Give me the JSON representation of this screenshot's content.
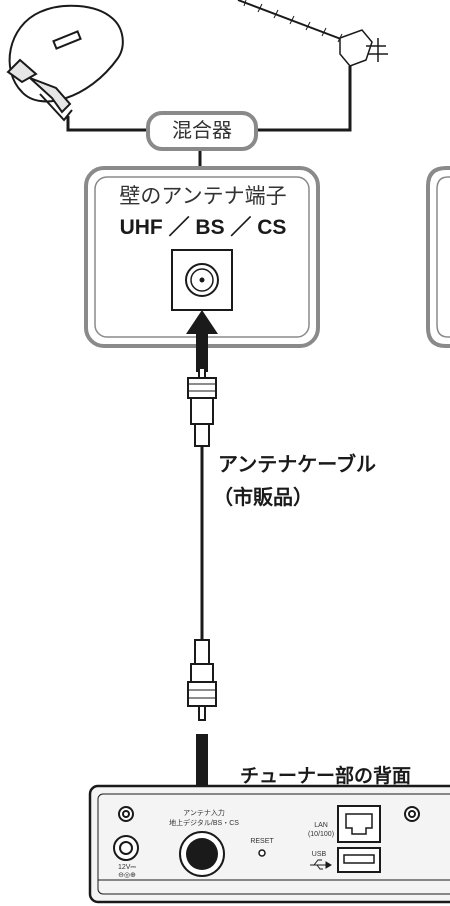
{
  "mixer": {
    "label": "混合器"
  },
  "wall_outlet": {
    "title": "壁のアンテナ端子",
    "bands": "UHF ／ BS ／ CS"
  },
  "cable": {
    "name": "アンテナケーブル",
    "note": "（市販品）"
  },
  "tuner": {
    "heading": "チューナー部の背面",
    "antenna_port_line1": "アンテナ入力",
    "antenna_port_line2": "地上デジタル/BS・CS",
    "reset_label": "RESET",
    "lan_label_line1": "LAN",
    "lan_label_line2": "(10/100)",
    "usb_label": "USB",
    "power_label": "12V⎓",
    "power_polarity": "⊖◎⊕"
  },
  "colors": {
    "frame": "#8a8a8a",
    "line": "#1a1a1a",
    "device_fill": "#f4f4f4"
  }
}
